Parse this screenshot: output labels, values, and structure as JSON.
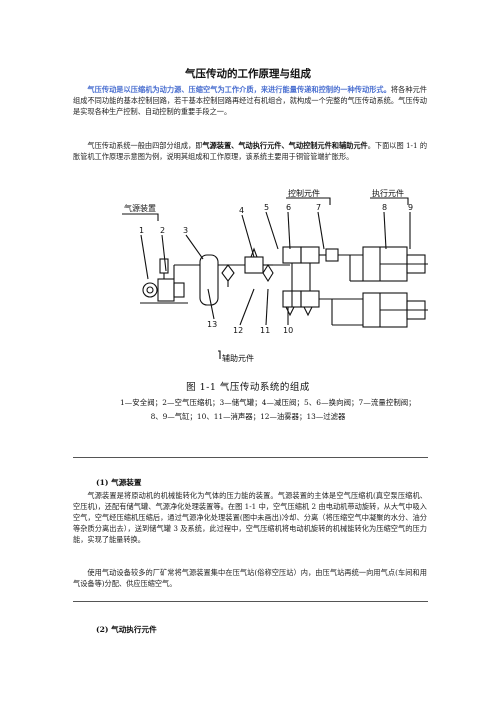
{
  "doc": {
    "title": "气压传动的工作原理与组成",
    "intro": {
      "highlight": "气压传动是以压缩机为动力源、压缩空气为工作介质，来进行能量传递和控制的一种传动形式。",
      "rest": "将各种元件组成不同功能的基本控制回路，若干基本控制回路再经过有机组合，就构成一个完整的气压传动系统。气压传动是实现各种生产控制、自动控制的重要手段之一。"
    },
    "para2": {
      "pre": "气压传动系统一般由四部分组成，即",
      "bold": "气源装置、气动执行元件、气动控制元件和辅助元件",
      "post": "。下面以图 1-1 的胀管机工作原理示意图为例，说明其组成和工作原理，该系统主要用于铜管管端扩胀形。"
    },
    "figure": {
      "labels": {
        "gas_source": "气源装置",
        "control": "控制元件",
        "actuator": "执行元件",
        "auxiliary": "辅助元件",
        "n1": "1",
        "n2": "2",
        "n3": "3",
        "n4": "4",
        "n5": "5",
        "n6": "6",
        "n7": "7",
        "n8": "8",
        "n9": "9",
        "n10": "10",
        "n11": "11",
        "n12": "12",
        "n13": "13"
      },
      "caption": "图 1-1    气压传动系统的组成",
      "legend_line1": "1—安全阀；2—空气压缩机；3—储气罐；4—减压阀；5、6—换向阀；7—流量控制阀；",
      "legend_line2": "8、9—气缸；10、11—消声器；12—油雾器；13—过滤器"
    },
    "section1": {
      "heading": "(1) 气源装置",
      "p1": "气源装置是将原动机的机械能转化为气体的压力能的装置。气源装置的主体是空气压缩机(真空泵压缩机、空压机)，还配有储气罐、气源净化处理装置等。在图 1-1 中，空气压缩机 2 由电动机带动旋转，从大气中吸入空气，空气经压缩机压缩后，通过气源净化处理装置(图中未画出)冷却、分离（将压缩空气中凝聚的水分、油分等杂质分离出去），送到储气罐 3 及系统，此过程中，空气压缩机将电动机旋转的机械能转化为压缩空气的压力能，实现了能量转换。",
      "p2": "使用气动设备较多的厂矿常将气源装置集中在压气站(俗称空压站）内，由压气站再统一向用气点(车间和用气设备等)分配、供应压缩空气。"
    },
    "section2": {
      "heading": "(2) 气动执行元件"
    }
  }
}
